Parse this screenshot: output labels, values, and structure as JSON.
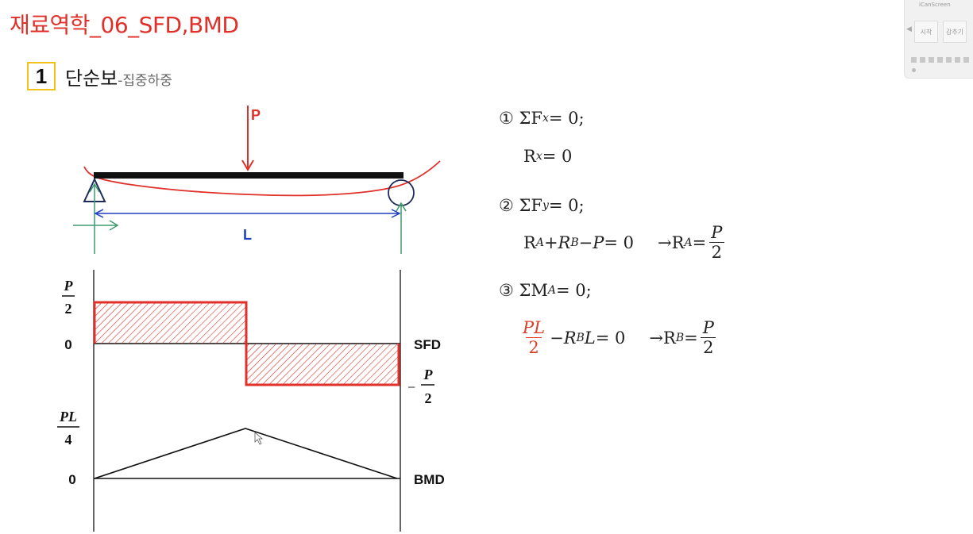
{
  "title": "재료역학_06_SFD,BMD",
  "section": {
    "number": "1",
    "title": "단순보",
    "subtitle": "-집중하중"
  },
  "beam": {
    "load_label": "P",
    "span_label": "L"
  },
  "sfd": {
    "label": "SFD",
    "top_num": "P",
    "top_den": "2",
    "zero": "0",
    "bottom_sign": "−",
    "bottom_num": "P",
    "bottom_den": "2",
    "levels_over_P": [
      0.5,
      0,
      -0.5
    ]
  },
  "bmd": {
    "label": "BMD",
    "peak_num": "PL",
    "peak_den": "4",
    "zero": "0",
    "peak_position_over_L": 0.5
  },
  "equations": {
    "e1": {
      "marker": "①",
      "sym": "ΣF",
      "sub": "x",
      "rhs": " = 0;"
    },
    "e1b": {
      "lhs": "R",
      "sub": "x",
      "rhs": " = 0"
    },
    "e2": {
      "marker": "②",
      "sym": "ΣF",
      "sub": "y",
      "rhs": " = 0;"
    },
    "e2b": {
      "ra": "R",
      "ra_sub": "A",
      "plus": " + ",
      "rb": "R",
      "rb_sub": "B",
      "minus": " − ",
      "p": "P",
      "eq": " = 0",
      "arrow": "→R",
      "res_sub": "A",
      "res_eq": " = ",
      "res_num": "P",
      "res_den": "2"
    },
    "e3": {
      "marker": "③",
      "sym": "ΣM",
      "sub": "A",
      "rhs": " = 0;"
    },
    "e3b": {
      "num": "PL",
      "den": "2",
      "minus": " − ",
      "rb": "R",
      "rb_sub": "B",
      "l": "L",
      "eq": " = 0",
      "arrow": "→R",
      "res_sub": "B",
      "res_eq": " = ",
      "res_num": "P",
      "res_den": "2"
    }
  },
  "widget": {
    "title": "iCanScreen",
    "start": "시작",
    "hide": "감추기"
  },
  "colors": {
    "title": "#e0302a",
    "load": "#e0302a",
    "span": "#1f3fbf",
    "reaction": "#3f9a6e",
    "deflection": "#e0302a",
    "support": "#1f2b5a",
    "hatch": "#e0302a",
    "section_border": "#f2c21b"
  }
}
